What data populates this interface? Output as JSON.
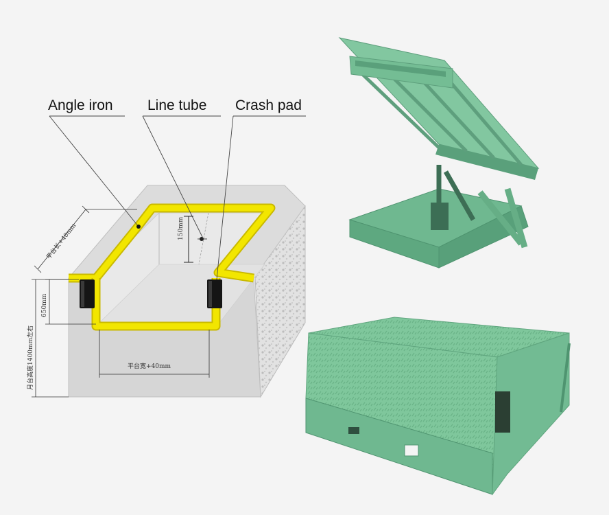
{
  "callouts": {
    "angle_iron": "Angle iron",
    "line_tube": "Line tube",
    "crash_pad": "Crash pad"
  },
  "dimensions": {
    "pit_length": "平台长+40mm",
    "pit_width": "平台宽+40mm",
    "dock_height": "月台高度1400mm左右",
    "pit_depth": "650mm",
    "tube_size": "150mm"
  },
  "colors": {
    "background": "#f4f4f4",
    "concrete": "#d9d9d9",
    "angle_iron": "#f2e600",
    "leveler_green": "#7cc49a",
    "hazard_yellow": "#f0d000"
  },
  "images": {
    "raised_leveler": "raised-dock-leveler-photo",
    "flat_leveler": "flat-dock-leveler-photo"
  }
}
